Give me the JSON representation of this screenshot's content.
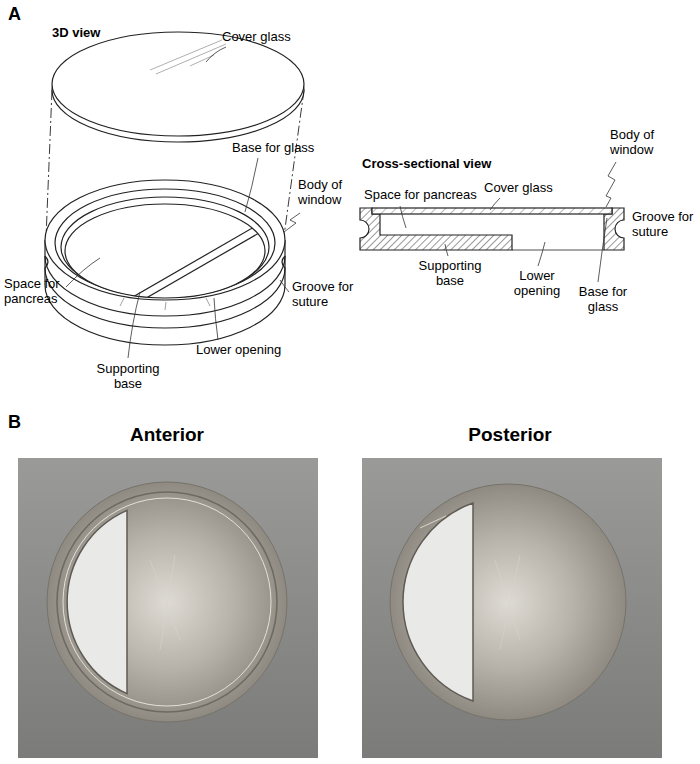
{
  "diagram": {
    "labels": [
      "A",
      "3D view",
      "Cover glass",
      "Base for glass",
      "Body of window",
      "Groove for suture",
      "Space for pancreas",
      "Supporting base",
      "Lower opening",
      "Cross-sectional view",
      "Space for pancreas",
      "Cover glass",
      "Body of window",
      "Groove for suture",
      "Supporting base",
      "Lower opening",
      "Base for glass",
      "B",
      "Anterior",
      "Posterior"
    ]
  }
}
